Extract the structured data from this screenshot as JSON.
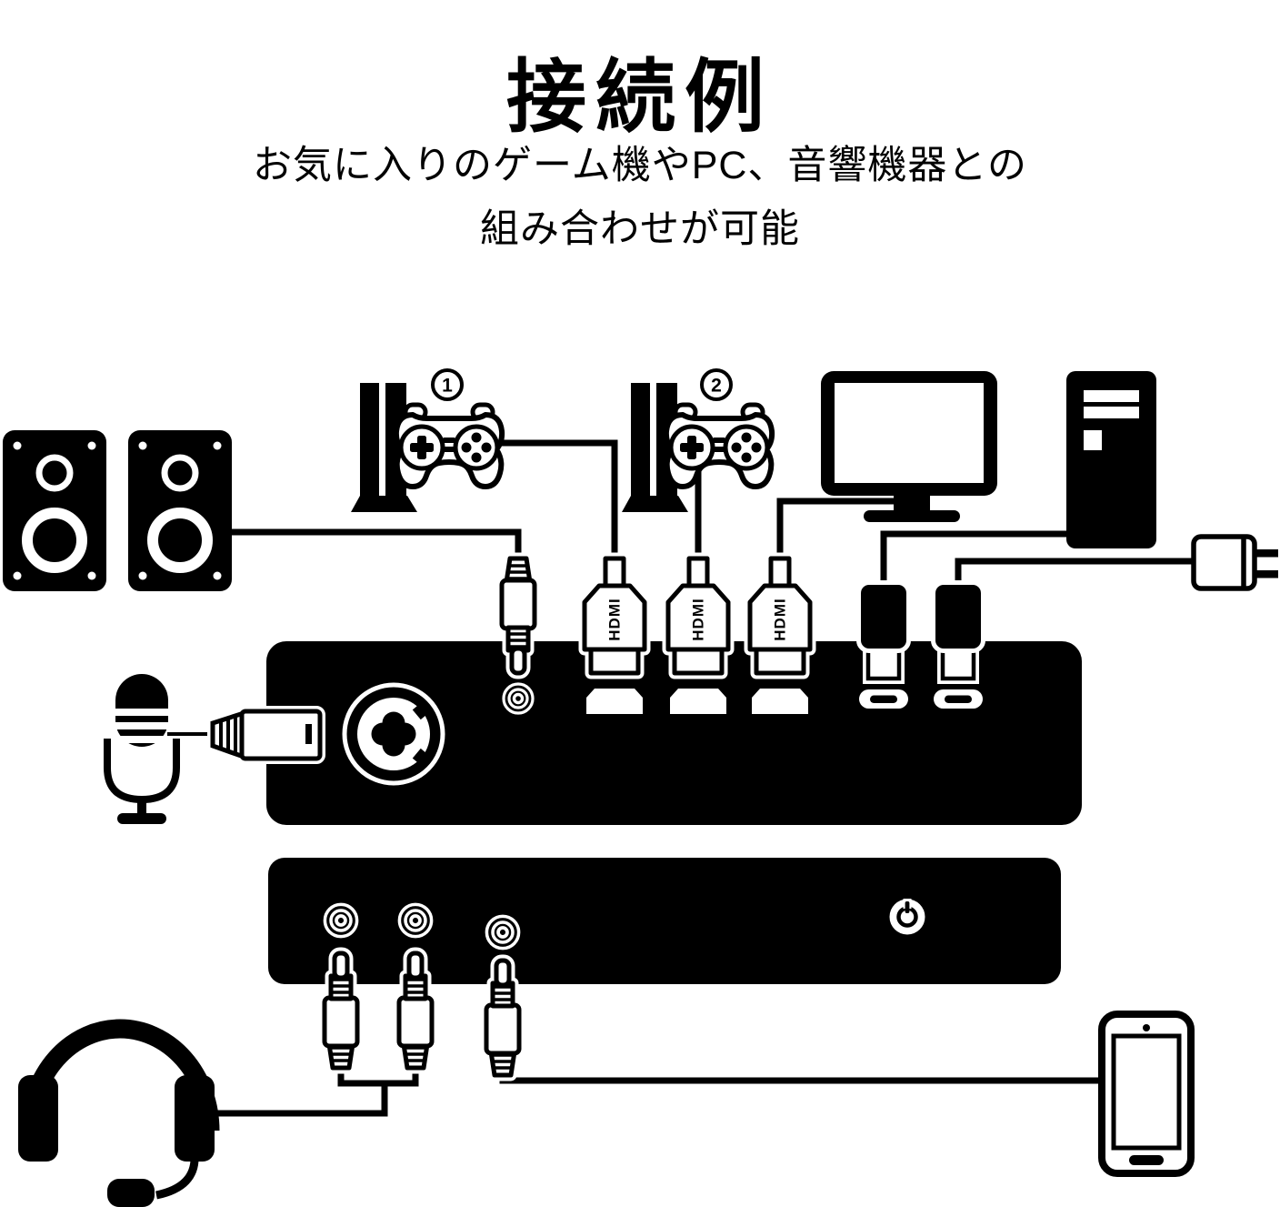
{
  "title": "接続例",
  "subtitle": {
    "line1": "お気に入りのゲーム機やPC、音響機器との",
    "line2": "組み合わせが可能"
  },
  "badges": {
    "console1": "1",
    "console2": "2"
  },
  "ports": {
    "hdmi_plugs": [
      {
        "label": "HDMI"
      },
      {
        "label": "HDMI"
      },
      {
        "label": "HDMI"
      }
    ]
  },
  "colors": {
    "ink": "#000000",
    "background": "#ffffff"
  },
  "icons": [
    "speaker-icon",
    "game-console-icon",
    "gamepad-icon",
    "monitor-icon",
    "pc-tower-icon",
    "power-plug-icon",
    "microphone-icon",
    "xlr-connector-icon",
    "combo-jack-icon",
    "aux-plug-icon",
    "hdmi-plug-icon",
    "usb-plug-icon",
    "audio-jack-port-icon",
    "power-button-icon",
    "headset-icon",
    "smartphone-icon"
  ]
}
